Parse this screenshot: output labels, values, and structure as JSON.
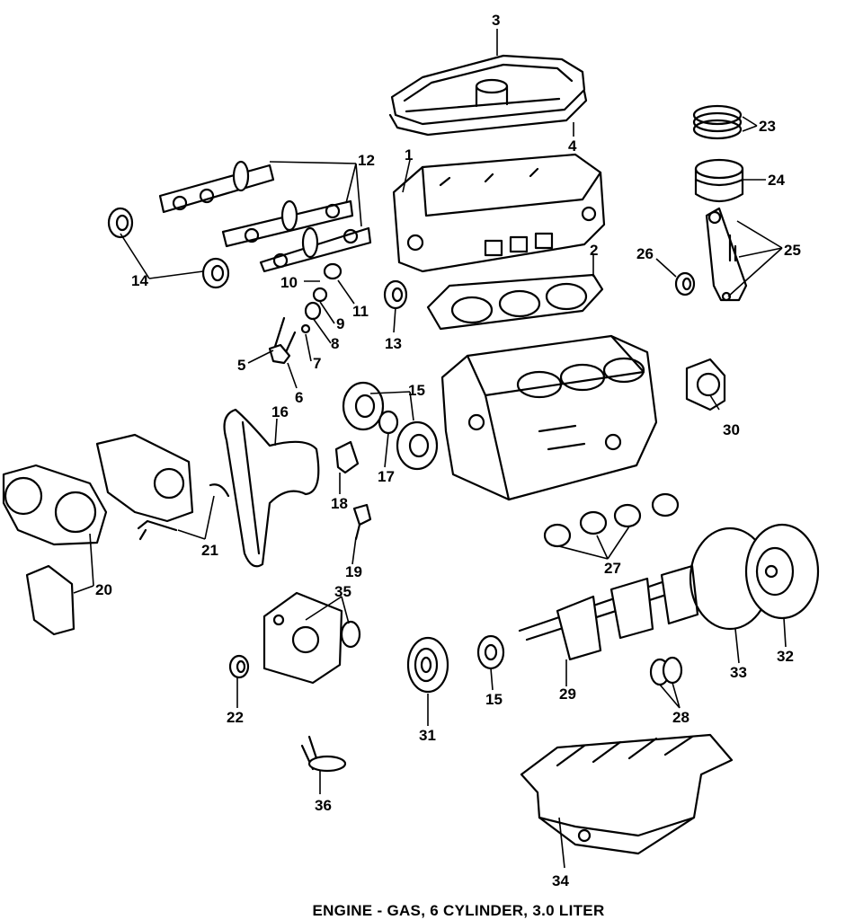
{
  "diagram": {
    "caption": "ENGINE - GAS, 6 CYLINDER, 3.0 LITER",
    "callouts": {
      "c1": "1",
      "c2": "2",
      "c3": "3",
      "c4": "4",
      "c5": "5",
      "c6": "6",
      "c7": "7",
      "c8": "8",
      "c9": "9",
      "c10": "10",
      "c11": "11",
      "c12": "12",
      "c13": "13",
      "c14": "14",
      "c15a": "15",
      "c15b": "15",
      "c16": "16",
      "c17": "17",
      "c18": "18",
      "c19": "19",
      "c20": "20",
      "c21": "21",
      "c22": "22",
      "c23": "23",
      "c24": "24",
      "c25": "25",
      "c26": "26",
      "c27": "27",
      "c28": "28",
      "c29": "29",
      "c30": "30",
      "c31": "31",
      "c32": "32",
      "c33": "33",
      "c34": "34",
      "c35": "35",
      "c36": "36"
    }
  }
}
